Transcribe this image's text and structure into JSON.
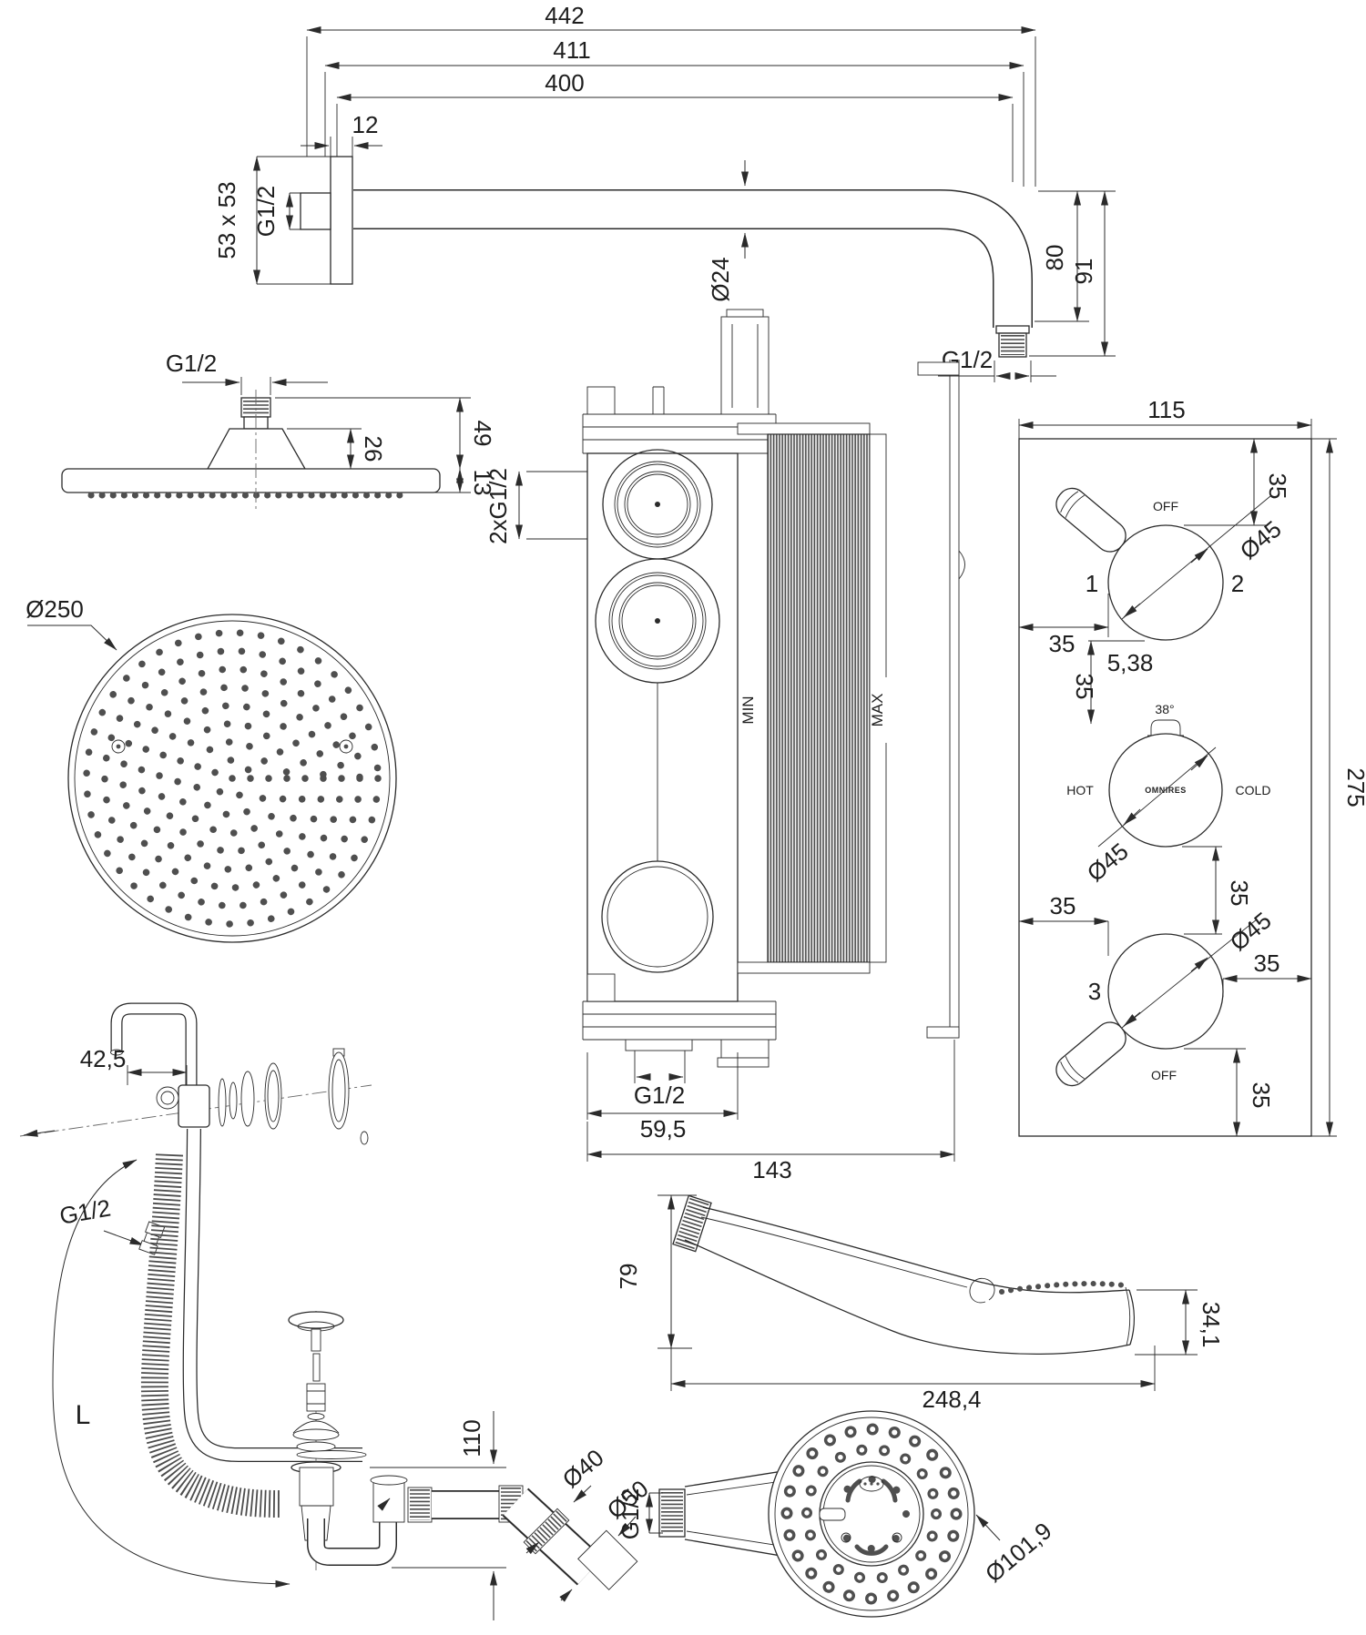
{
  "colors": {
    "line": "#2b2b2b",
    "background": "#ffffff",
    "hatch": "#4e4e4e"
  },
  "labels": {
    "arm": {
      "total442": "442",
      "mid411": "411",
      "reach400": "400",
      "depth12": "12",
      "flange53": "53 x 53",
      "thread_g12": "G1/2",
      "dia24": "Ø24",
      "drop80": "80",
      "drop91": "91",
      "outlet_g12": "G1/2"
    },
    "head_side": {
      "thread_g12": "G1/2",
      "h49": "49",
      "h26": "26",
      "h13": "13"
    },
    "head_face": {
      "dia250": "Ø250"
    },
    "valve": {
      "ports2g12": "2xG1/2",
      "min": "MIN",
      "max": "MAX",
      "outlet_g12": "G1/2",
      "w595": "59,5",
      "w143": "143"
    },
    "panel": {
      "w115": "115",
      "h275": "275",
      "off_top": "OFF",
      "off_bottom": "OFF",
      "n1": "1",
      "n2": "2",
      "n3": "3",
      "d45_top": "Ø45",
      "d45_mid": "Ø45",
      "d45_bottom": "Ø45",
      "s35_top": "35",
      "s35_left_top": "35",
      "s35_mid_left": "35",
      "s35_mid": "35",
      "s35_left_bottom": "35",
      "s35_right": "35",
      "s35_bottom": "35",
      "s538": "5,38",
      "deg38": "38°",
      "hot": "HOT",
      "cold": "COLD",
      "brand": "OMNIRES"
    },
    "filler": {
      "w425": "42,5",
      "thread_g12": "G1/2",
      "len_l": "L",
      "h110": "110",
      "d40": "Ø40",
      "d50": "Ø50"
    },
    "hand_side": {
      "h79": "79",
      "w2484": "248,4",
      "h341": "34,1"
    },
    "hand_face": {
      "thread_g12": "G1/2",
      "dia1019": "Ø101,9"
    }
  }
}
